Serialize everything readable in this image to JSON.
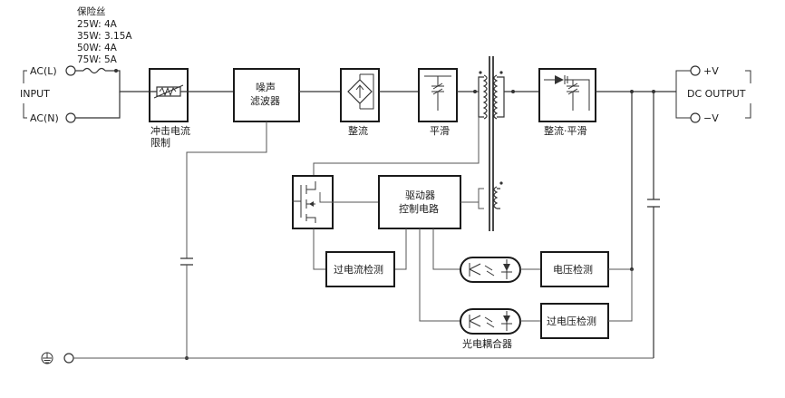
{
  "fuse": {
    "title": "保险丝",
    "ratings": [
      "25W: 4A",
      "35W: 3.15A",
      "50W: 4A",
      "75W: 5A"
    ]
  },
  "input": {
    "label": "INPUT",
    "ac_l": "AC(L)",
    "ac_n": "AC(N)"
  },
  "blocks": {
    "inrush": [
      "冲击电流",
      "限制"
    ],
    "noise_filter": [
      "噪声",
      "滤波器"
    ],
    "rectifier": "整流",
    "smoothing": "平滑",
    "rect_smooth": "整流·平滑",
    "driver": [
      "驱动器",
      "控制电路"
    ],
    "overcurrent": "过电流检测",
    "voltage_detect": "电压检测",
    "overvoltage_detect": "过电压检测",
    "photocoupler": "光电耦合器"
  },
  "output": {
    "label": "DC OUTPUT",
    "plus": "+V",
    "minus": "−V"
  }
}
